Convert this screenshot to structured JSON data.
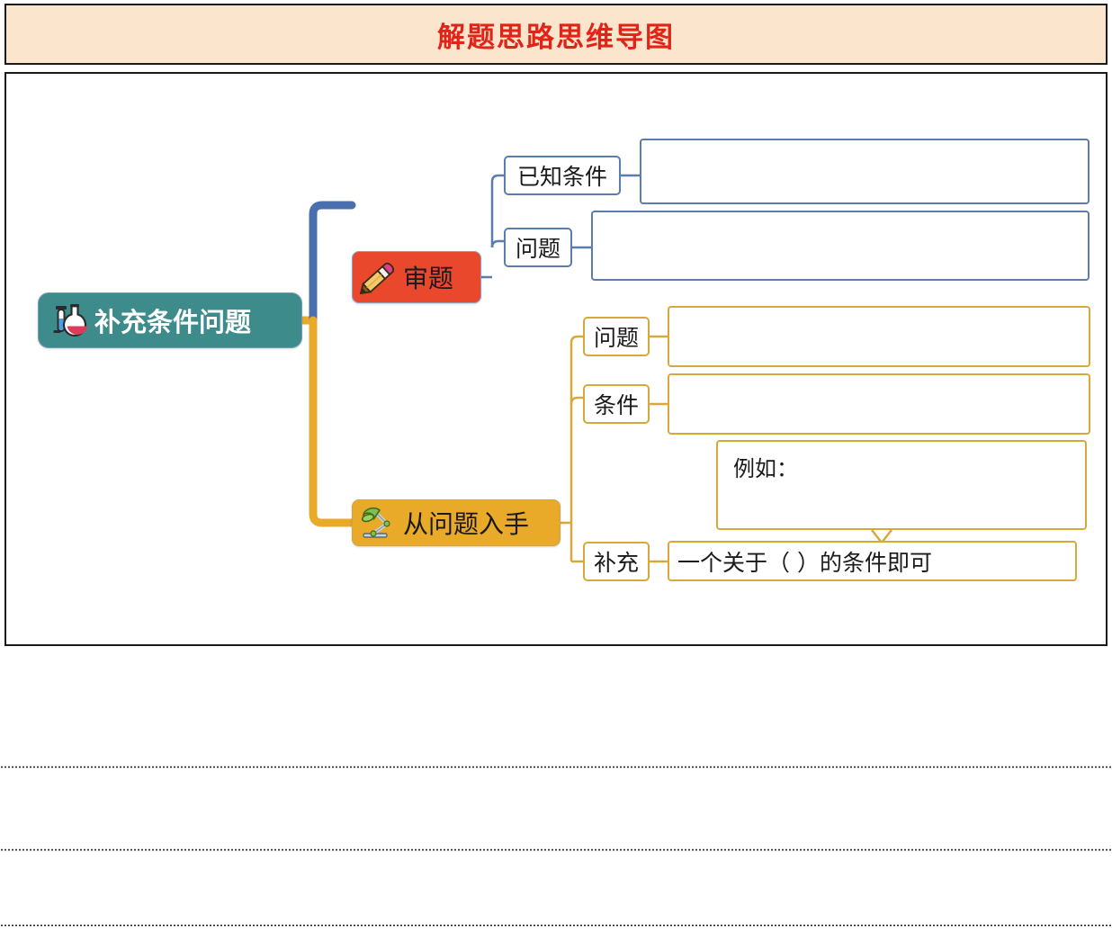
{
  "header": {
    "title": "解题思路思维导图",
    "title_color": "#E02418",
    "bar_background": "#FBE5CD"
  },
  "mindmap": {
    "root": {
      "label": "补充条件问题",
      "icon": "flask-icon",
      "color": "#3E8B8B",
      "text_color": "#FFFFFF"
    },
    "branches": [
      {
        "label": "审题",
        "icon": "pencil-icon",
        "color": "#E9482C",
        "connector_color": "#4A6FAF",
        "children": [
          {
            "label": "已知条件",
            "border_color": "#5B7DAD",
            "answer": ""
          },
          {
            "label": "问题",
            "border_color": "#5B7DAD",
            "answer": ""
          }
        ]
      },
      {
        "label": "从问题入手",
        "icon": "desk-lamp-icon",
        "color": "#E9A929",
        "connector_color": "#E9A929",
        "children": [
          {
            "label": "问题",
            "border_color": "#D6A93B",
            "answer": ""
          },
          {
            "label": "条件",
            "border_color": "#D6A93B",
            "answer": ""
          },
          {
            "label": "补充",
            "border_color": "#D6A93B",
            "answer": "一个关于（                    ）的条件即可"
          }
        ],
        "callout": {
          "label": "例如：",
          "border_color": "#D6A93B",
          "content": ""
        }
      }
    ]
  },
  "writing_lines": {
    "count": 3,
    "style": "dotted"
  }
}
